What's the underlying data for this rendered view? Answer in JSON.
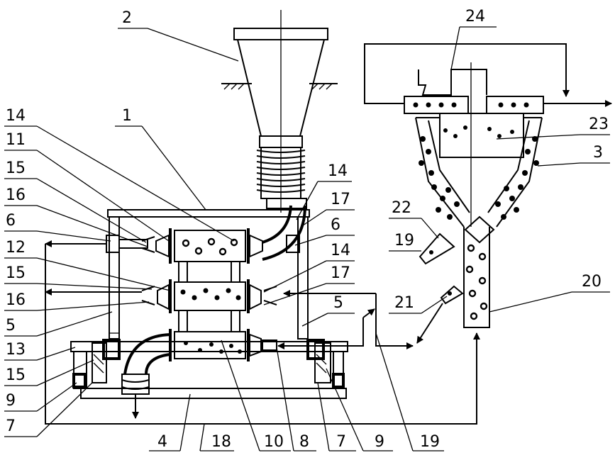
{
  "labels": {
    "l1": "1",
    "l2": "2",
    "l3": "3",
    "l4": "4",
    "l5a": "5",
    "l5b": "5",
    "l6a": "6",
    "l6b": "6",
    "l7a": "7",
    "l7b": "7",
    "l8": "8",
    "l9a": "9",
    "l9b": "9",
    "l10": "10",
    "l11": "11",
    "l12": "12",
    "l13": "13",
    "l14a": "14",
    "l14b": "14",
    "l14c": "14",
    "l15a": "15",
    "l15b": "15",
    "l15c": "15",
    "l16a": "16",
    "l16b": "16",
    "l17a": "17",
    "l17b": "17",
    "l18": "18",
    "l19a": "19",
    "l19b": "19",
    "l20": "20",
    "l21": "21",
    "l22": "22",
    "l23": "23",
    "l24": "24"
  }
}
